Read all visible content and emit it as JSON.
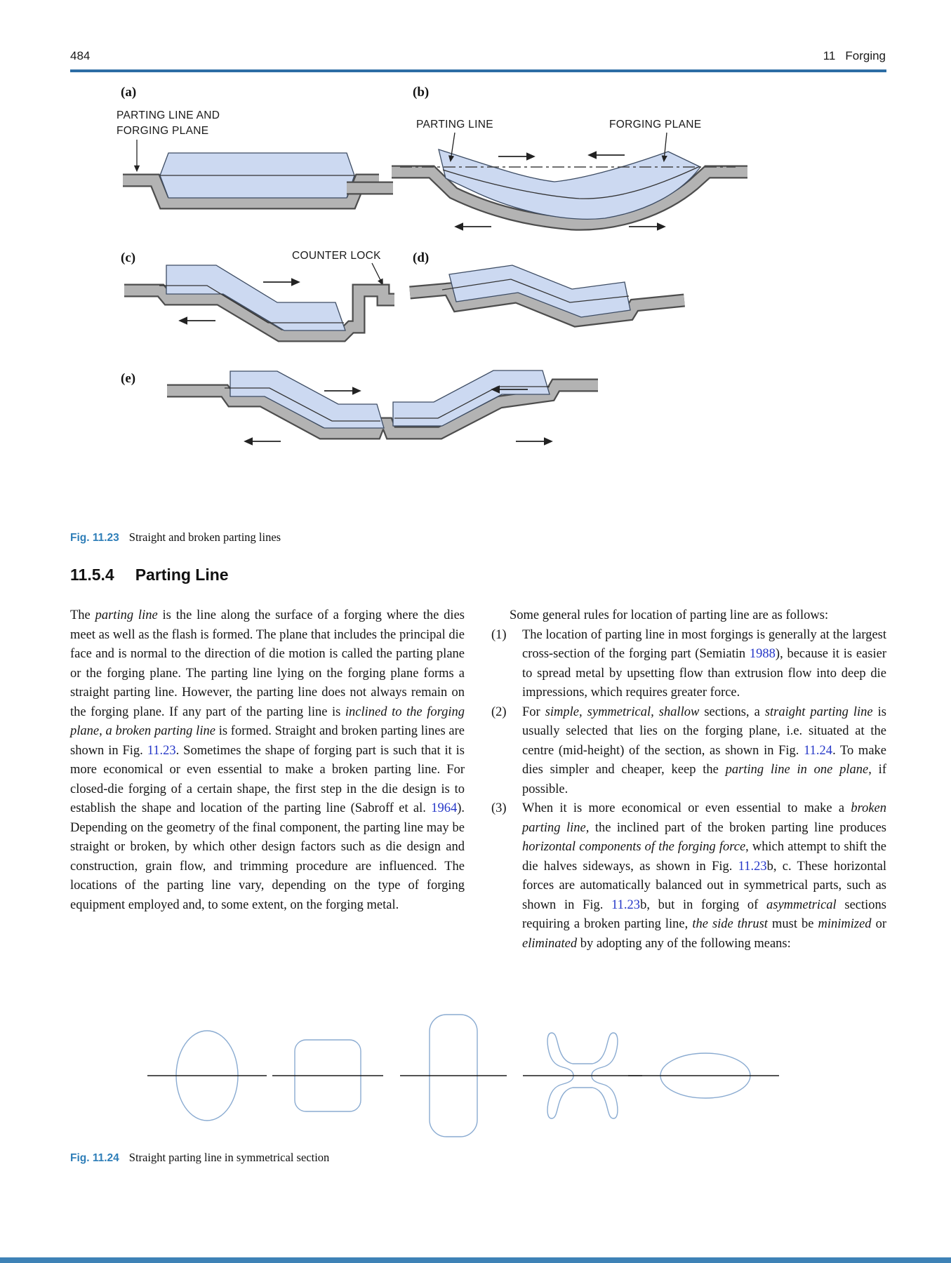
{
  "header": {
    "page_number": "484",
    "chapter_number": "11",
    "chapter_title": "Forging"
  },
  "colors": {
    "header_rule_blue": "#2d6da5",
    "caption_blue": "#2e7eb8",
    "link_blue": "#2537c8",
    "forging_fill": "#ccd9f1",
    "die_gray": "#b3b3b3",
    "section_outline_blue": "#8aabd1"
  },
  "figure_11_23": {
    "sublabels": {
      "a": "(a)",
      "b": "(b)",
      "c": "(c)",
      "d": "(d)",
      "e": "(e)"
    },
    "annotations": {
      "a_line1": "PARTING LINE AND",
      "a_line2": "FORGING PLANE",
      "b_parting": "PARTING LINE",
      "b_forging": "FORGING PLANE",
      "c_counter_lock": "COUNTER LOCK"
    },
    "caption_label": "Fig. 11.23",
    "caption_text": "Straight and broken parting lines"
  },
  "section_heading": {
    "number": "11.5.4",
    "title": "Parting Line"
  },
  "left_column": {
    "paragraph": [
      {
        "t": "The "
      },
      {
        "t": "parting line",
        "s": "i"
      },
      {
        "t": " is the line along the surface of a forging where the dies meet as well as the flash is formed. The plane that includes the principal die face and is normal to the direction of die motion is called the parting plane or the forging plane. The parting line lying on the forging plane forms a straight parting line. However, the parting line does not always remain on the forging plane. If any part of the parting line is "
      },
      {
        "t": "inclined to the forging plane, a broken parting line",
        "s": "i"
      },
      {
        "t": " is formed. Straight and broken parting lines are shown in Fig. "
      },
      {
        "t": "11.23",
        "s": "link"
      },
      {
        "t": ". Sometimes the shape of forging part is such that it is more economical or even essential to make a broken parting line. For closed-die forging of a certain shape, the first step in the die design is to establish the shape and location of the parting line (Sabroff et al. "
      },
      {
        "t": "1964",
        "s": "link"
      },
      {
        "t": "). Depending on the geometry of the final component, the parting line may be straight or broken, by which other design factors such as die design and construction, grain flow, and trimming procedure are influenced. The locations of the parting line vary, depending on the type of forging equipment employed and, to some extent, on the forging metal."
      }
    ]
  },
  "right_column": {
    "intro": [
      {
        "t": "Some general rules for location of parting line are as follows:"
      }
    ],
    "items": [
      {
        "num": "(1)",
        "segments": [
          {
            "t": "The location of parting line in most forgings is generally at the largest cross-section of the forging part (Semiatin "
          },
          {
            "t": "1988",
            "s": "link"
          },
          {
            "t": "), because it is easier to spread metal by upsetting flow than extrusion flow into deep die impressions, which requires greater force."
          }
        ]
      },
      {
        "num": "(2)",
        "segments": [
          {
            "t": "For "
          },
          {
            "t": "simple, symmetrical, shallow",
            "s": "i"
          },
          {
            "t": " sections, a "
          },
          {
            "t": "straight parting line",
            "s": "i"
          },
          {
            "t": " is usually selected that lies on the forging plane, i.e. situated at the centre (mid-height) of the section, as shown in Fig. "
          },
          {
            "t": "11.24",
            "s": "link"
          },
          {
            "t": ". To make dies simpler and cheaper, keep the "
          },
          {
            "t": "parting line in one plane",
            "s": "i"
          },
          {
            "t": ", if possible."
          }
        ]
      },
      {
        "num": "(3)",
        "segments": [
          {
            "t": "When it is more economical or even essential to make a "
          },
          {
            "t": "broken parting line,",
            "s": "i"
          },
          {
            "t": " the inclined part of the broken parting line produces "
          },
          {
            "t": "horizontal components of the forging force",
            "s": "i"
          },
          {
            "t": ", which attempt to shift the die halves sideways, as shown in Fig. "
          },
          {
            "t": "11.23",
            "s": "link"
          },
          {
            "t": "b, c. These horizontal forces are automatically balanced out in symmetrical parts, such as shown in Fig. "
          },
          {
            "t": "11.23",
            "s": "link"
          },
          {
            "t": "b, but in forging of "
          },
          {
            "t": "asymmetrical",
            "s": "i"
          },
          {
            "t": " sections requiring a broken parting line, "
          },
          {
            "t": "the side thrust",
            "s": "i"
          },
          {
            "t": " must be "
          },
          {
            "t": "minimized",
            "s": "i"
          },
          {
            "t": " or "
          },
          {
            "t": "eliminated",
            "s": "i"
          },
          {
            "t": " by adopting any of the following means:"
          }
        ]
      }
    ]
  },
  "figure_11_24": {
    "caption_label": "Fig. 11.24",
    "caption_text": "Straight parting line in symmetrical section",
    "shapes": [
      "vertical-oval",
      "rounded-square",
      "tall-rounded-rectangle",
      "i-beam-section",
      "horizontal-ellipse"
    ]
  }
}
